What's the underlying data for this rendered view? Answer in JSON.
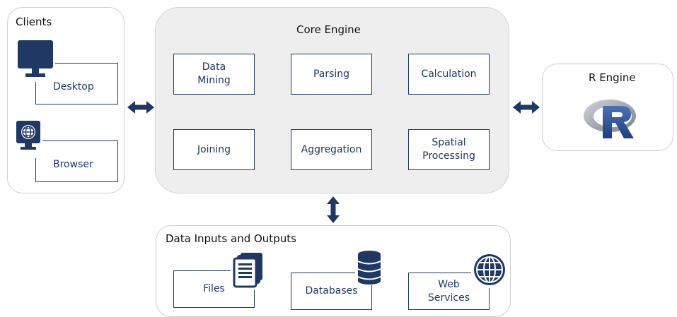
{
  "clients": {
    "title": "Clients",
    "desktop": "Desktop",
    "browser": "Browser"
  },
  "core": {
    "title": "Core Engine",
    "modules": [
      "Data\nMining",
      "Parsing",
      "Calculation",
      "Joining",
      "Aggregation",
      "Spatial\nProcessing"
    ]
  },
  "r_engine": {
    "title": "R Engine",
    "logo_letter": "R"
  },
  "io": {
    "title": "Data Inputs and Outputs",
    "files": "Files",
    "databases": "Databases",
    "web_services": "Web\nServices"
  },
  "icons": {
    "desktop": "monitor-icon",
    "browser": "globe-monitor-icon",
    "files": "documents-icon",
    "databases": "database-icon",
    "web": "globe-icon",
    "r": "r-logo"
  },
  "colors": {
    "navy": "#1f3864",
    "panel_gray": "#eeeeee"
  }
}
